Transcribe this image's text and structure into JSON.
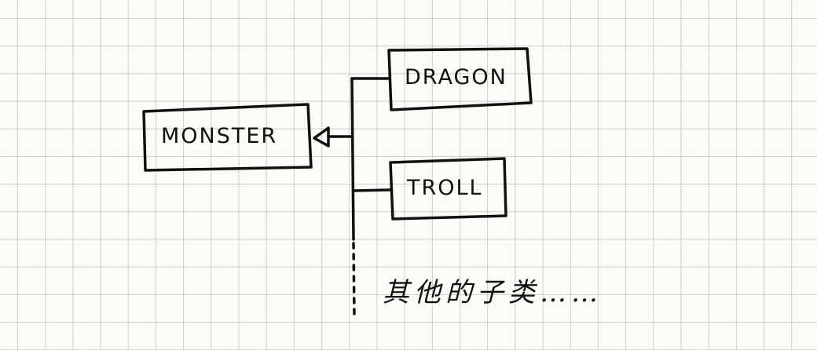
{
  "diagram": {
    "parent": {
      "label": "MONSTER"
    },
    "children": [
      {
        "label": "DRAGON"
      },
      {
        "label": "TROLL"
      }
    ],
    "more_note": "其他的子类……",
    "relation": "inheritance",
    "ink_color": "#111111",
    "paper_color": "#fcfbf7"
  }
}
